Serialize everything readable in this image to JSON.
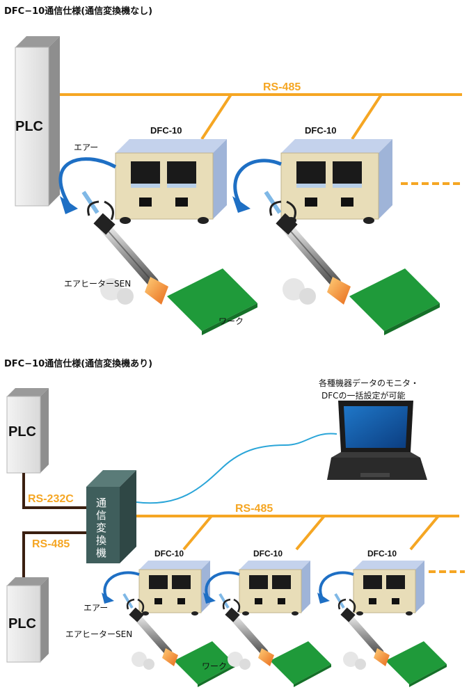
{
  "diagram1": {
    "title": "DFC−10通信仕様(通信変換機なし)",
    "plc_label": "PLC",
    "bus_label": "RS-485",
    "units": [
      {
        "label": "DFC-10"
      },
      {
        "label": "DFC-10"
      }
    ],
    "air_label": "エアー",
    "heater_label": "エアヒーターSEN",
    "work_label": "ワーク"
  },
  "diagram2": {
    "title": "DFC−10通信仕様(通信変換機あり)",
    "plc_top_label": "PLC",
    "plc_bottom_label": "PLC",
    "rs232_label": "RS-232C",
    "rs485_left_label": "RS-485",
    "bus_label": "RS-485",
    "converter_label": [
      "通",
      "信",
      "変",
      "換",
      "機"
    ],
    "monitor_caption_line1": "各種機器データのモニタ・",
    "monitor_caption_line2": "DFCの一括設定が可能",
    "units": [
      {
        "label": "DFC-10"
      },
      {
        "label": "DFC-10"
      },
      {
        "label": "DFC-10"
      }
    ],
    "air_label": "エアー",
    "heater_label": "エアヒーターSEN",
    "work_label": "ワーク"
  },
  "colors": {
    "bus": "#f5a623",
    "unit_front": "#e8ddb8",
    "unit_side": "#9fb4d8",
    "unit_top": "#c4d2ec",
    "converter": "#3f5e5c",
    "arrow": "#1e6fc4",
    "pcb": "#1f9a3a"
  }
}
